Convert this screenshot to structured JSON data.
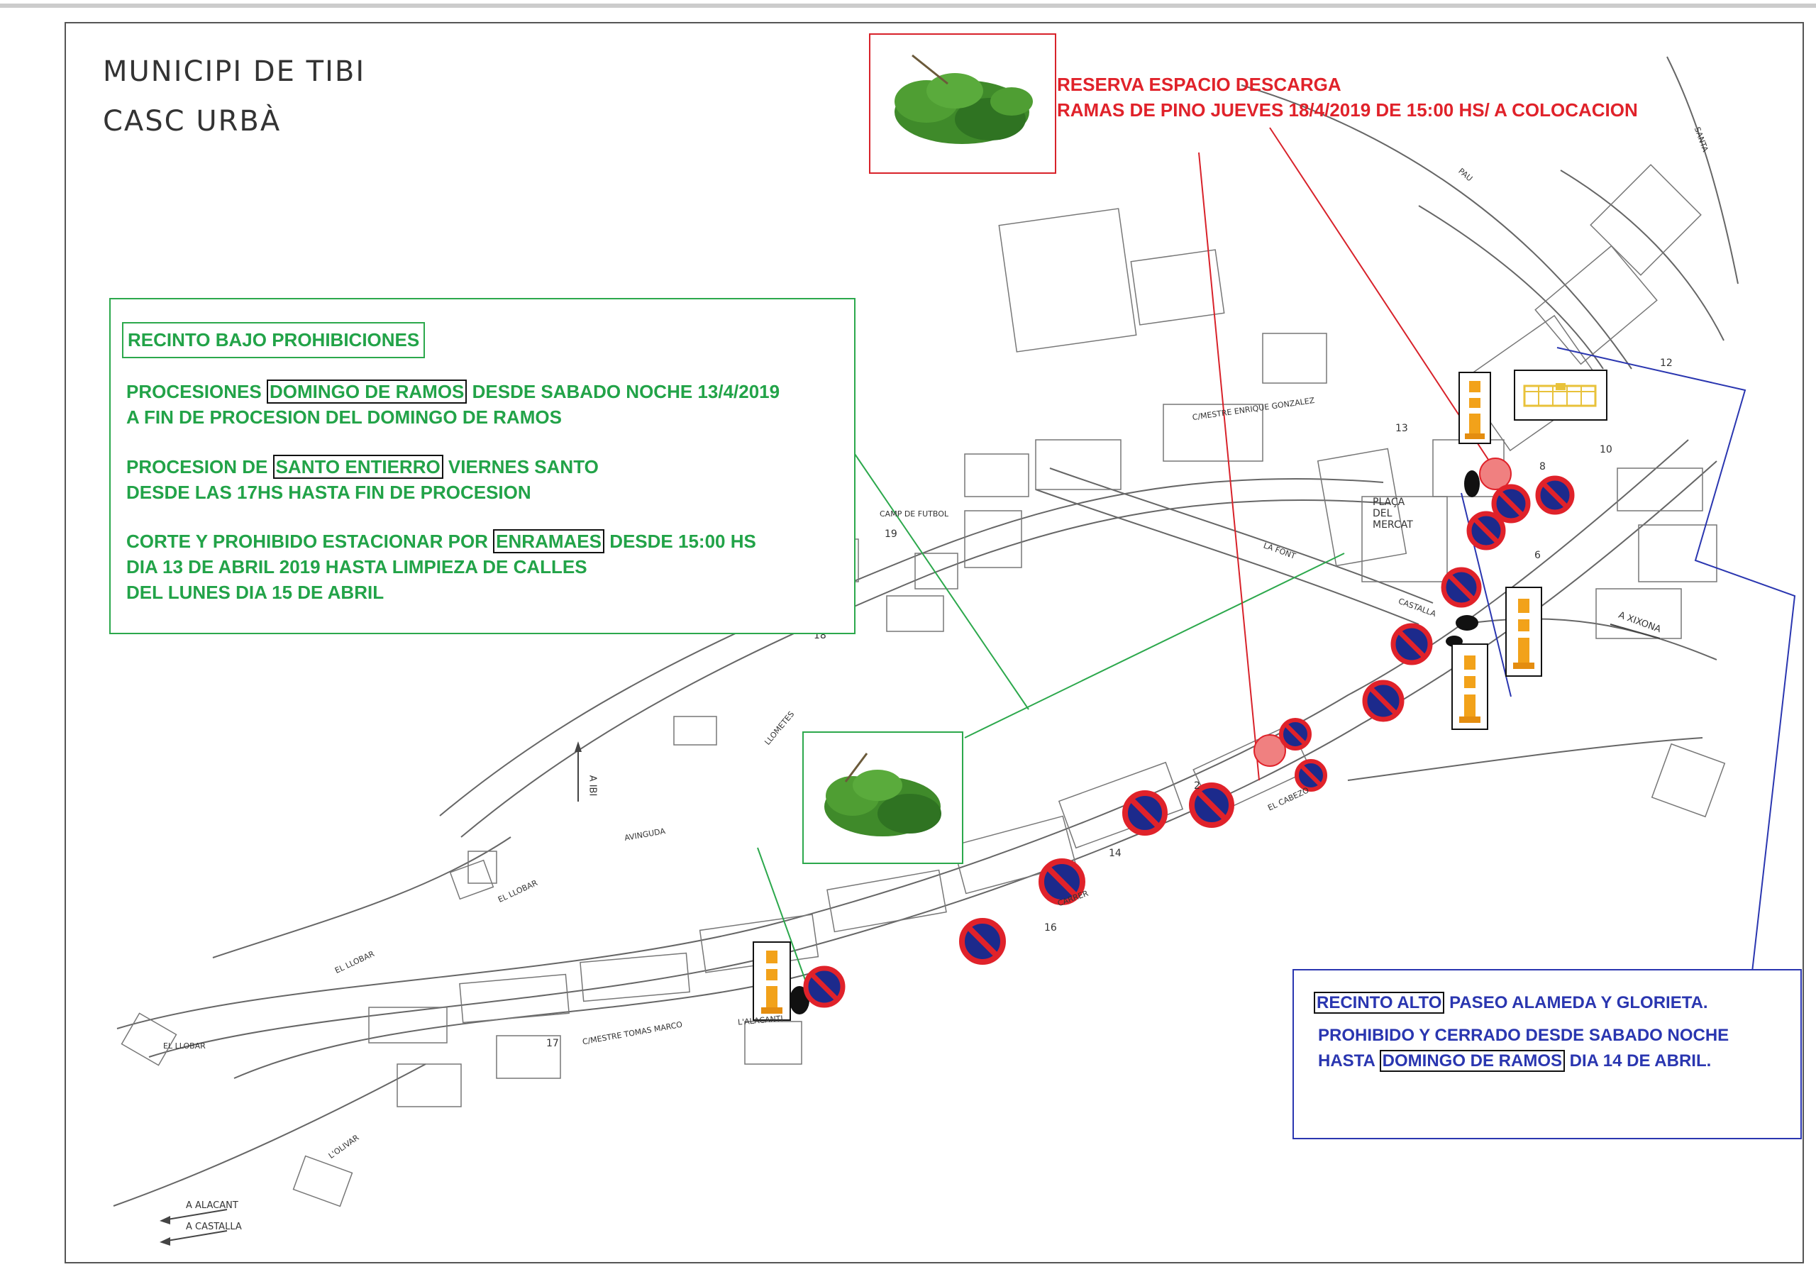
{
  "header": {
    "line1": "MUNICIPI DE TIBI",
    "line2": "CASC URBÀ"
  },
  "notice_red": {
    "line1": "RESERVA ESPACIO DESCARGA",
    "line2": "RAMAS DE PINO JUEVES 18/4/2019 DE 15:00 HS/ A COLOCACION",
    "color": "#e0222a"
  },
  "notice_green": {
    "title": "RECINTO BAJO PROHIBICIONES",
    "p1_a": "PROCESIONES ",
    "p1_boxed": "DOMINGO DE RAMOS",
    "p1_b": " DESDE SABADO NOCHE 13/4/2019",
    "p1_line2": "A FIN DE PROCESION DEL DOMINGO DE RAMOS",
    "p2_a": "PROCESION DE ",
    "p2_boxed": "SANTO ENTIERRO",
    "p2_b": " VIERNES SANTO",
    "p2_line2": "DESDE  LAS 17HS HASTA FIN DE PROCESION",
    "p3_a": "CORTE Y PROHIBIDO ESTACIONAR POR ",
    "p3_boxed": "ENRAMAES",
    "p3_b": " DESDE 15:00 HS",
    "p3_line2": "DIA 13 DE ABRIL 2019 HASTA LIMPIEZA DE CALLES",
    "p3_line3": "DEL LUNES DIA 15 DE ABRIL",
    "color": "#22a348"
  },
  "notice_blue": {
    "l1_boxed": "RECINTO ALTO",
    "l1_rest": " PASEO ALAMEDA Y GLORIETA.",
    "line2": "PROHIBIDO Y CERRADO DESDE SABADO NOCHE",
    "l3_a": "HASTA ",
    "l3_boxed": "DOMINGO DE RAMOS",
    "l3_b": " DIA 14 DE ABRIL.",
    "color": "#2a36b0"
  },
  "map_labels": {
    "plaza1": "PLAÇA",
    "plaza2": "DEL",
    "plaza3": "MERCAT",
    "camp": "CAMP DE FUTBOL",
    "a_ibi": "A IBI",
    "a_xixona": "A XIXONA",
    "a_alacant": "A ALACANT",
    "a_castalla": "A CASTALLA",
    "el_llobar": "EL LLOBAR",
    "el_llobar2": "EL LLOBAR",
    "el_llobar3": "EL LLOBAR",
    "avinguda": "AVINGUDA",
    "lloctes": "LLOMETES",
    "la_font": "LA FONT",
    "castalla": "CASTALLA",
    "mestre": "C/MESTRE ENRIQUE GONZALEZ",
    "mestre_tomas": "C/MESTRE TOMAS MARCO",
    "lalacanti": "L'ALACANTI",
    "lolivar": "L'OLIVAR",
    "carrer": "CARRER",
    "pau": "PAU",
    "santa": "SANTA",
    "alameda": "EL CABEZO",
    "num12": "12",
    "num10": "10",
    "num8": "8",
    "num6": "6",
    "num13": "13",
    "num14": "14",
    "num16": "16",
    "num17": "17",
    "num18": "18",
    "num19": "19",
    "num2": "2"
  },
  "icons": {
    "no_parking": "no-parking-sign-icon",
    "bollard": "orange-bollard-icon",
    "pine": "pine-branches-icon",
    "barrier": "yellow-barrier-icon"
  },
  "colors": {
    "sign_red": "#e0222a",
    "sign_blue": "#1c2a8c",
    "bollard_orange": "#f2a21a",
    "pine_green": "#3f8a2a"
  }
}
